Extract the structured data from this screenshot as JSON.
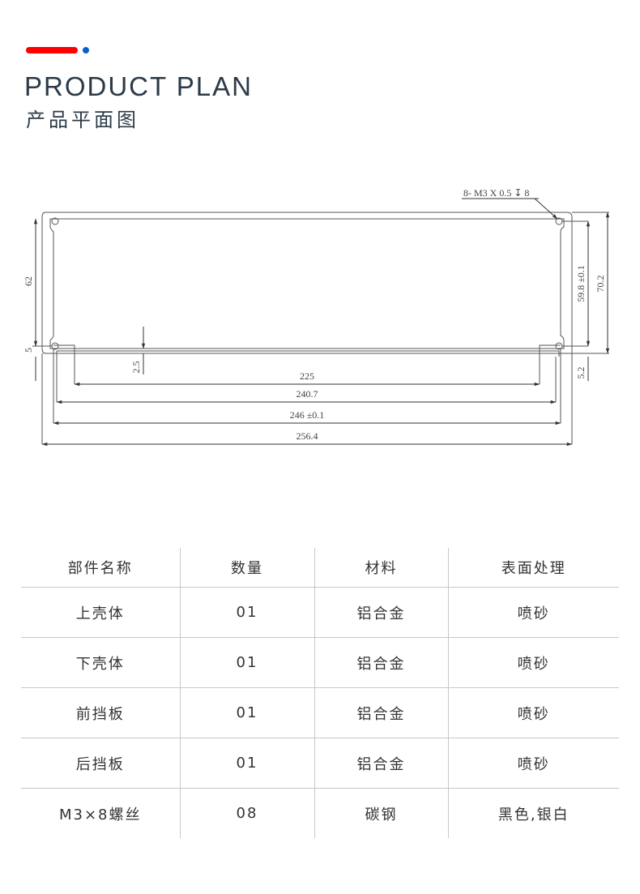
{
  "header": {
    "accent_colors": {
      "bar": "#ff0000",
      "dot": "#0b5fc4"
    },
    "title_en": "PRODUCT PLAN",
    "title_cn": "产品平面图"
  },
  "drawing": {
    "callout": "8- M3 X 0.5 ↧ 8",
    "dimensions": {
      "left_height": "62",
      "left_bottom": "5",
      "slot_depth": "2.5",
      "right_inner_height": "59.8 ±0.1",
      "right_outer_height": "70.2",
      "right_bottom": "5.2",
      "width_225": "225",
      "width_240": "240.7",
      "width_246": "246 ±0.1",
      "width_256": "256.4"
    }
  },
  "table": {
    "headers": [
      "部件名称",
      "数量",
      "材料",
      "表面处理"
    ],
    "rows": [
      [
        "上壳体",
        "01",
        "铝合金",
        "喷砂"
      ],
      [
        "下壳体",
        "01",
        "铝合金",
        "喷砂"
      ],
      [
        "前挡板",
        "01",
        "铝合金",
        "喷砂"
      ],
      [
        "后挡板",
        "01",
        "铝合金",
        "喷砂"
      ],
      [
        "M3×8螺丝",
        "08",
        "碳钢",
        "黑色,银白"
      ]
    ]
  }
}
